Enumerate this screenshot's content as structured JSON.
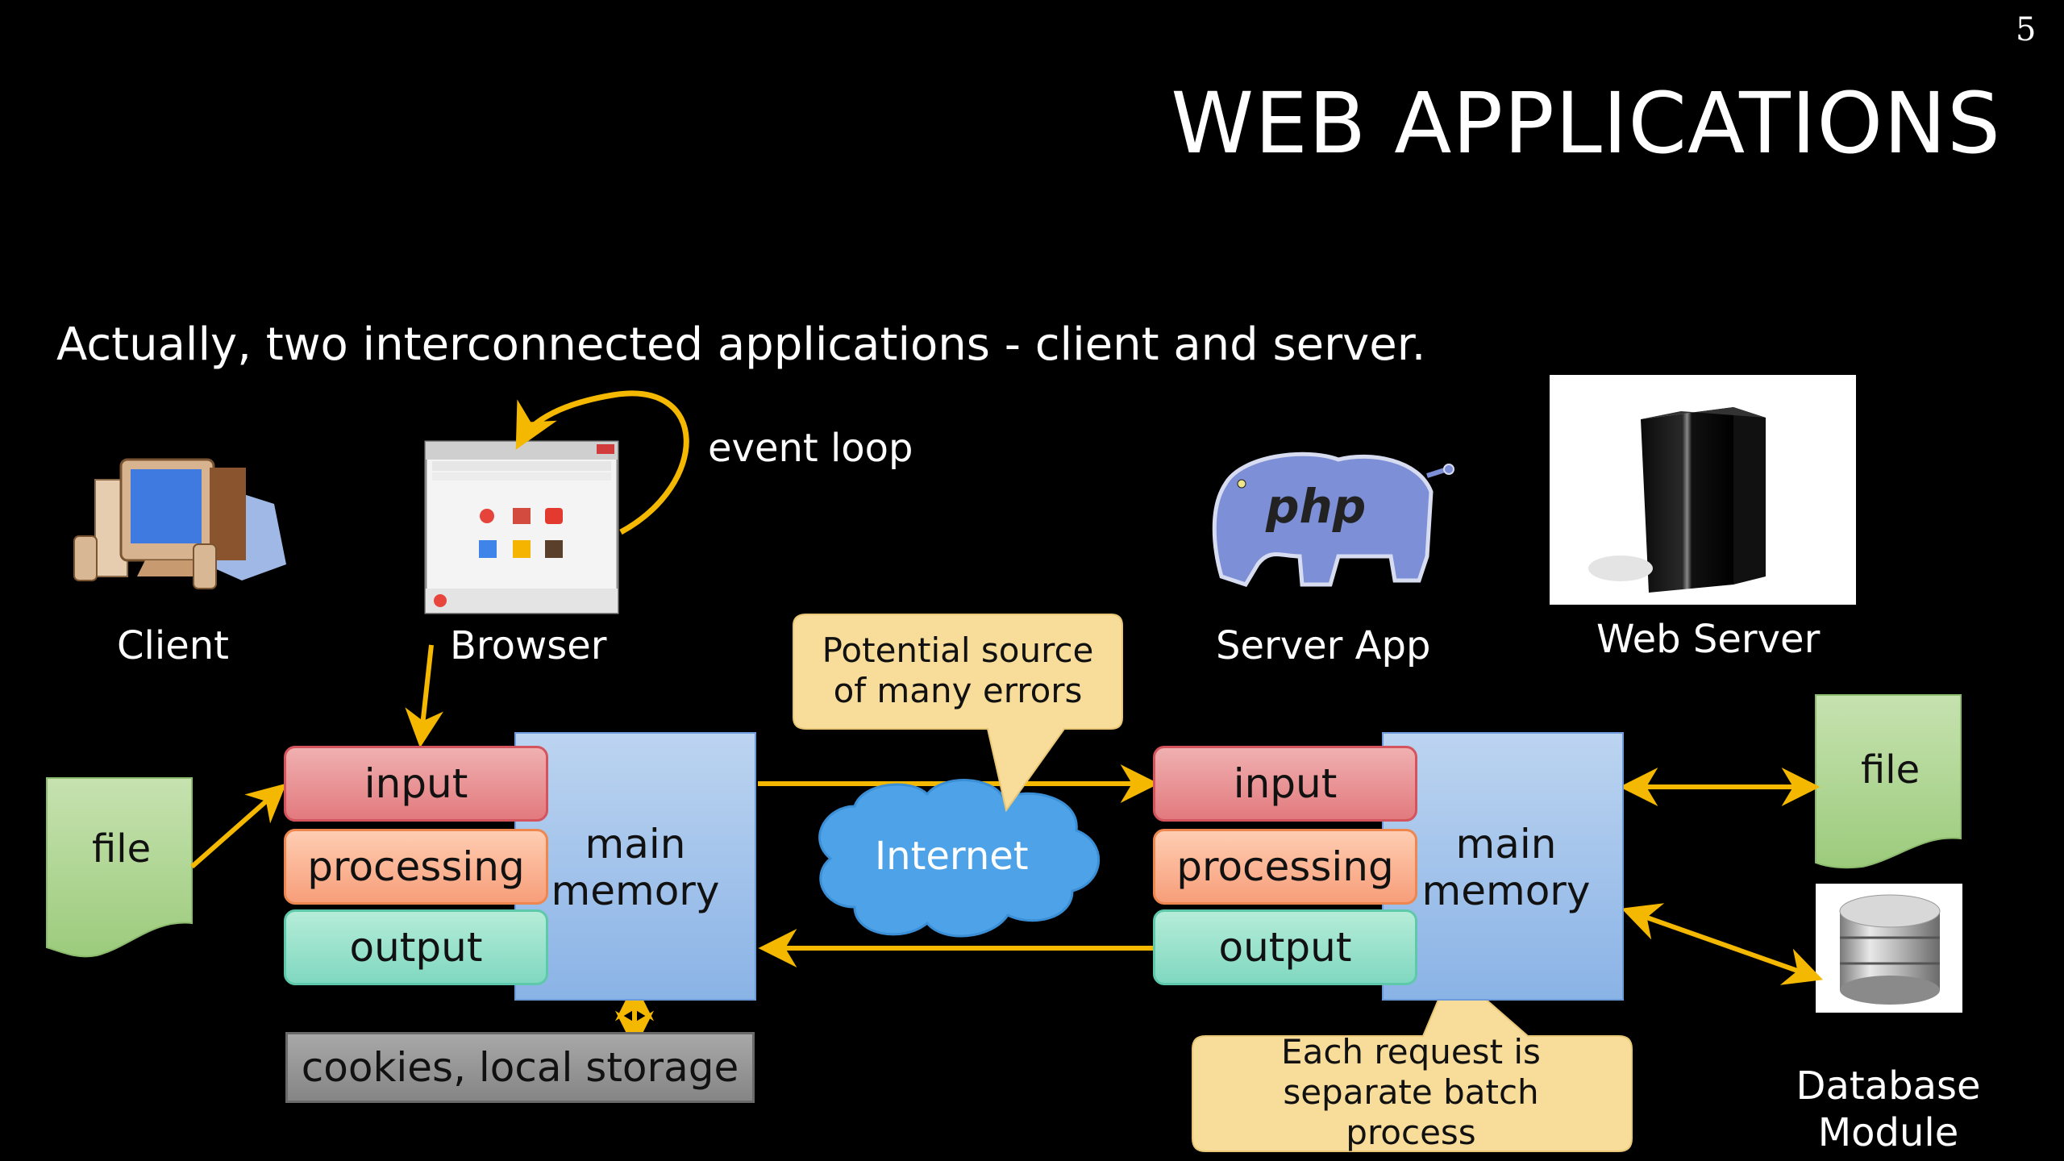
{
  "slide": {
    "number": "5",
    "title": "WEB APPLICATIONS",
    "subtitle": "Actually, two interconnected applications - client and server."
  },
  "client_side": {
    "client_label": "Client",
    "browser_label": "Browser",
    "event_loop_label": "event loop",
    "file_label": "file",
    "stages": {
      "input": "input",
      "processing": "processing",
      "output": "output"
    },
    "memory_line1": "main",
    "memory_line2": "memory",
    "storage_label": "cookies, local storage"
  },
  "network": {
    "internet_label": "Internet",
    "callout_line1": "Potential source",
    "callout_line2": "of many errors"
  },
  "server_side": {
    "server_app_label": "Server App",
    "php_logo_text": "php",
    "web_server_label": "Web Server",
    "stages": {
      "input": "input",
      "processing": "processing",
      "output": "output"
    },
    "memory_line1": "main",
    "memory_line2": "memory",
    "file_label": "file",
    "database_line1": "Database",
    "database_line2": "Module",
    "callout_line1": "Each request is",
    "callout_line2": "separate batch",
    "callout_line3": "process"
  },
  "colors": {
    "arrow": "#f5b800",
    "callout_fill": "#f7dc9a",
    "file_fill": "#a9d18e",
    "cloud_fill": "#4ea3e8",
    "background": "#000000"
  }
}
